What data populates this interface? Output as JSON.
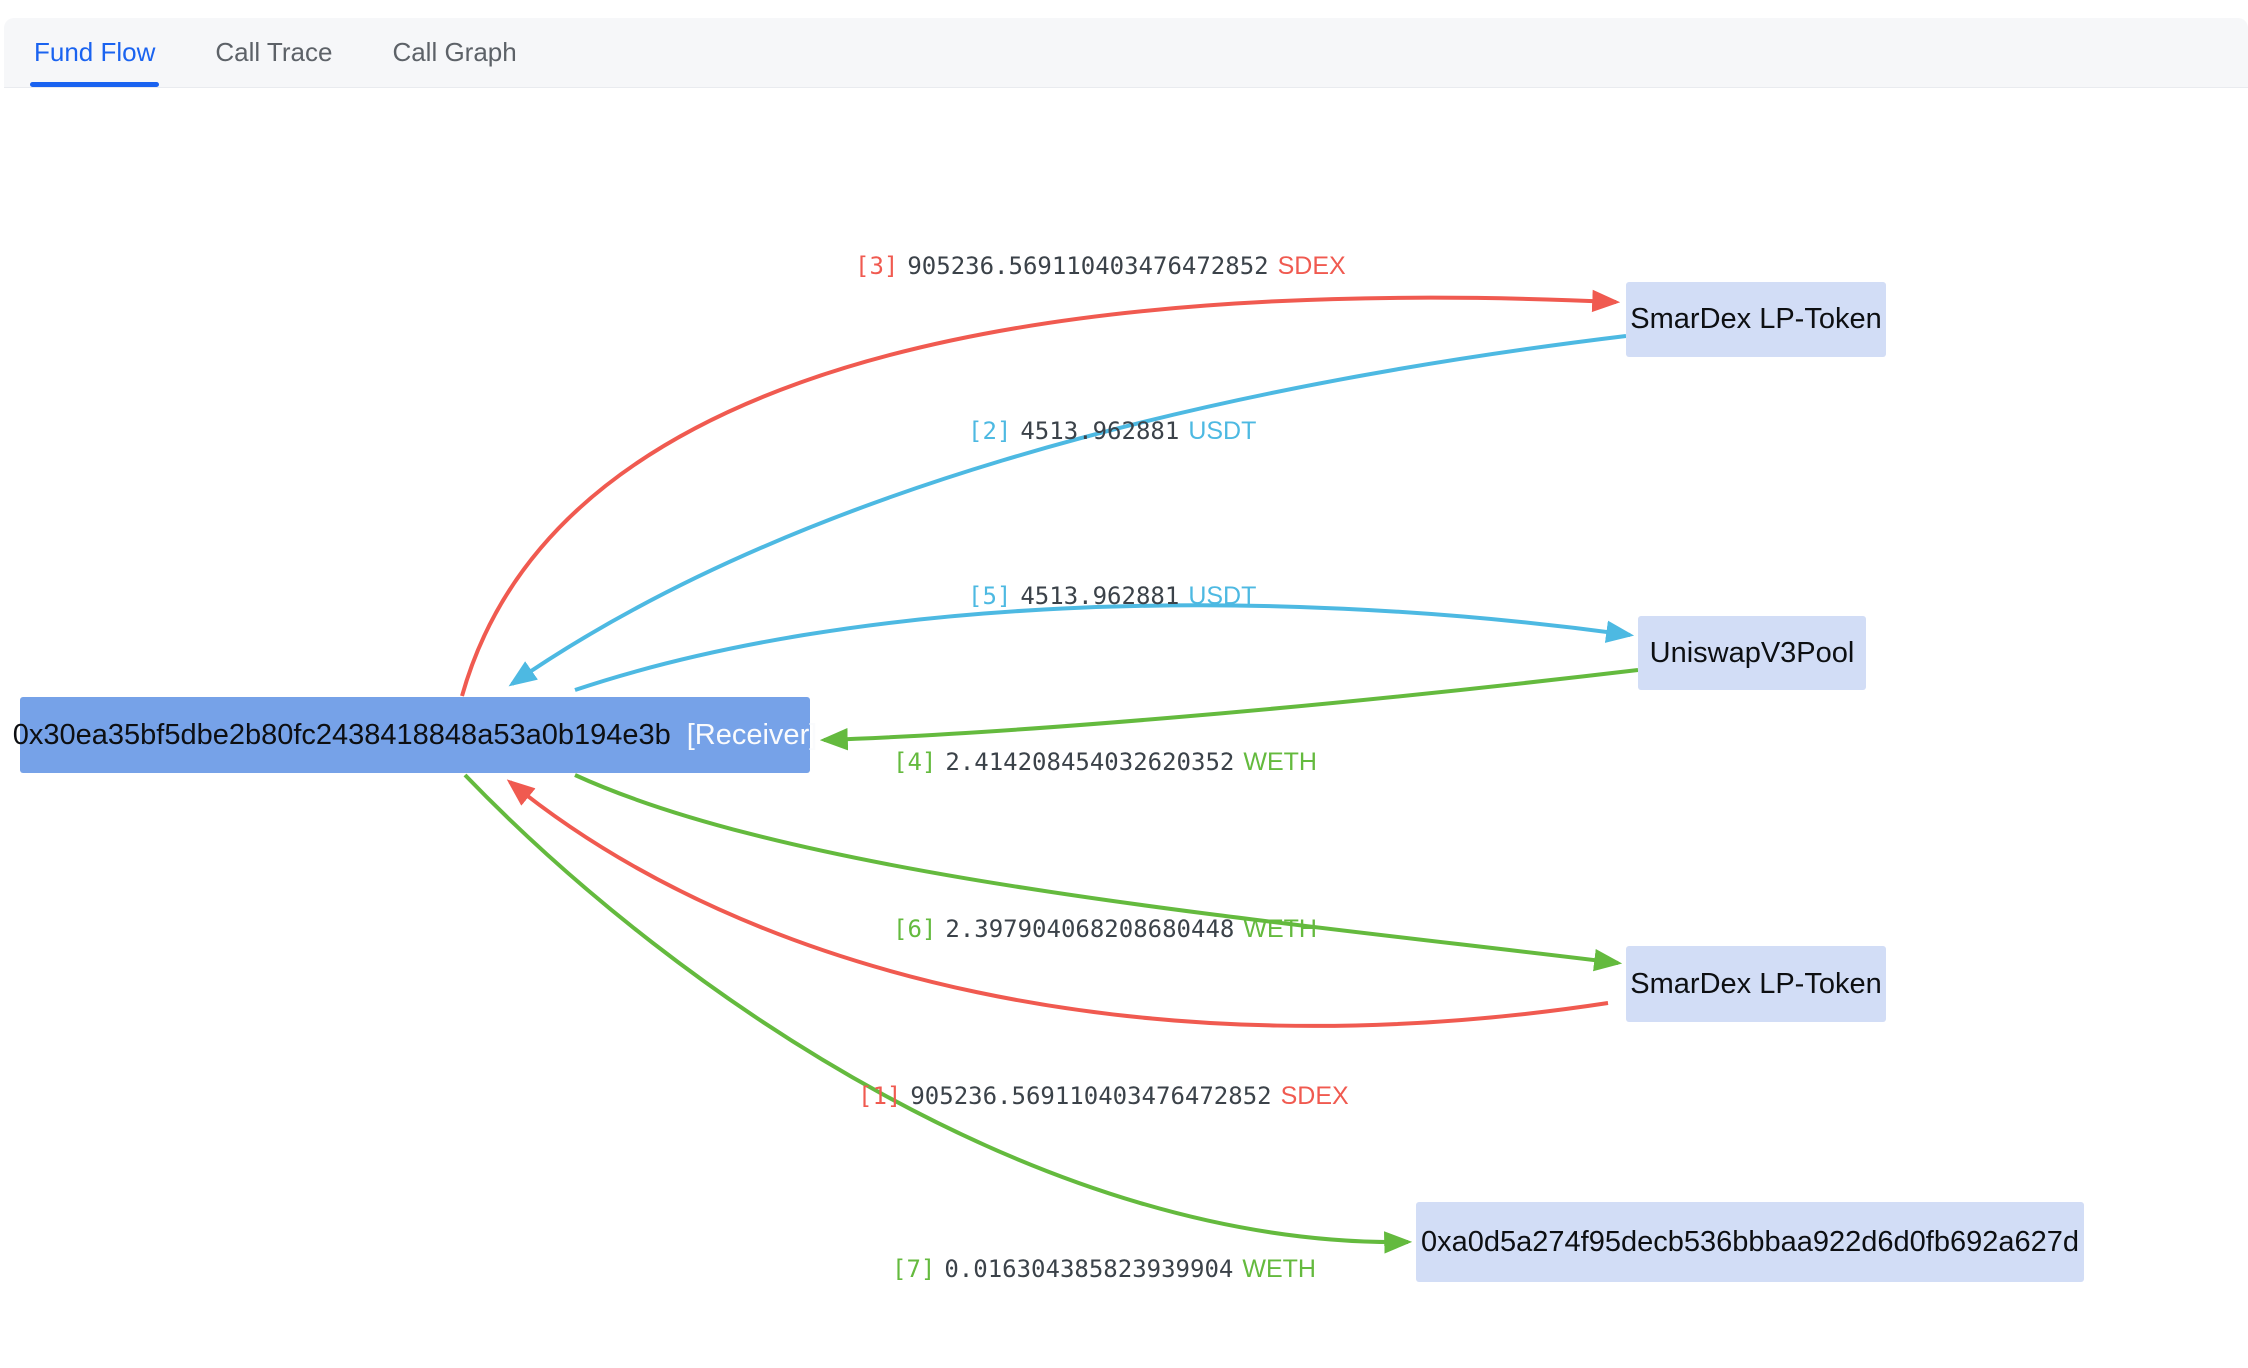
{
  "tabs": [
    {
      "label": "Fund Flow",
      "active": true
    },
    {
      "label": "Call Trace",
      "active": false
    },
    {
      "label": "Call Graph",
      "active": false
    }
  ],
  "colors": {
    "red": "#f05a50",
    "green": "#64ba3e",
    "blue": "#4db9e2",
    "number_text": "#3b4249",
    "receiver_fill": "#76a2e8",
    "node_fill": "#d2ddf6",
    "active_tab": "#1a63f0",
    "inactive_tab": "#5d6268"
  },
  "nodes": [
    {
      "id": "receiver",
      "label": "0x30ea35bf5dbe2b80fc2438418848a53a0b194e3b",
      "tag": "[Receiver]",
      "kind": "primary"
    },
    {
      "id": "smardex-top",
      "label": "SmarDex LP-Token",
      "tag": "",
      "kind": "secondary"
    },
    {
      "id": "uniswap-pool",
      "label": "UniswapV3Pool",
      "tag": "",
      "kind": "secondary"
    },
    {
      "id": "smardex-bottom",
      "label": "SmarDex LP-Token",
      "tag": "",
      "kind": "secondary"
    },
    {
      "id": "address-a0d5",
      "label": "0xa0d5a274f95decb536bbbaa922d6d0fb692a627d",
      "tag": "",
      "kind": "secondary"
    }
  ],
  "edges": [
    {
      "seq": 1,
      "amount": "905236.569110403476472852",
      "token": "SDEX",
      "color": "red",
      "from": "smardex-bottom",
      "to": "receiver"
    },
    {
      "seq": 2,
      "amount": "4513.962881",
      "token": "USDT",
      "color": "blue",
      "from": "smardex-top",
      "to": "receiver"
    },
    {
      "seq": 3,
      "amount": "905236.569110403476472852",
      "token": "SDEX",
      "color": "red",
      "from": "receiver",
      "to": "smardex-top"
    },
    {
      "seq": 4,
      "amount": "2.414208454032620352",
      "token": "WETH",
      "color": "green",
      "from": "uniswap-pool",
      "to": "receiver"
    },
    {
      "seq": 5,
      "amount": "4513.962881",
      "token": "USDT",
      "color": "blue",
      "from": "receiver",
      "to": "uniswap-pool"
    },
    {
      "seq": 6,
      "amount": "2.397904068208680448",
      "token": "WETH",
      "color": "green",
      "from": "receiver",
      "to": "smardex-bottom"
    },
    {
      "seq": 7,
      "amount": "0.016304385823939904",
      "token": "WETH",
      "color": "green",
      "from": "receiver",
      "to": "address-a0d5"
    }
  ]
}
